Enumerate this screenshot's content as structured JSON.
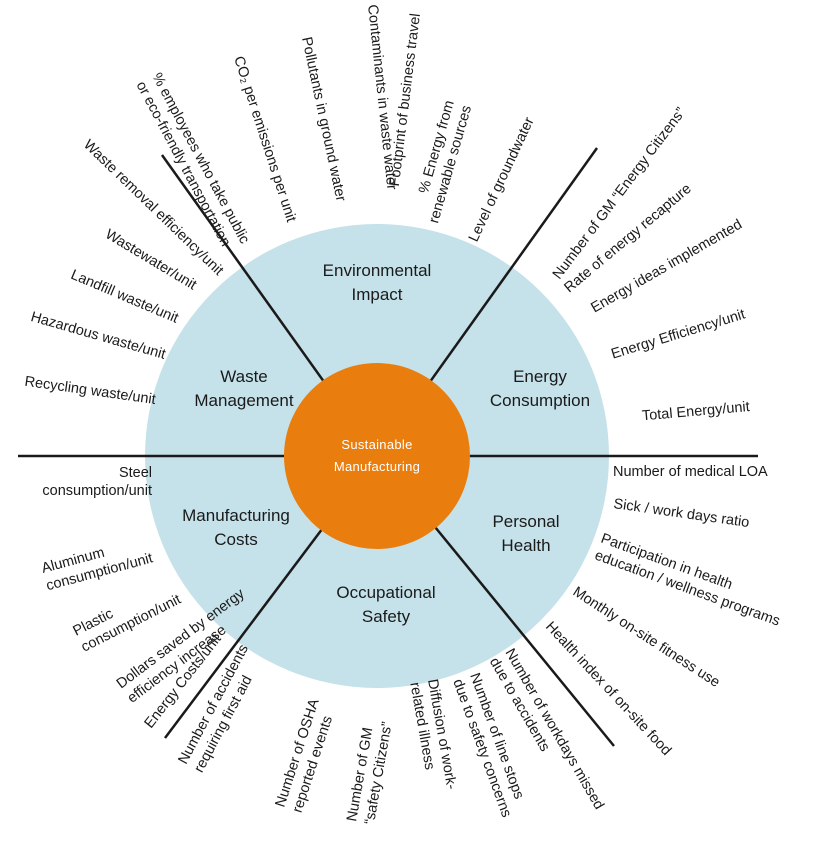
{
  "center": {
    "line1": "Sustainable",
    "line2": "Manufacturing"
  },
  "colors": {
    "ring": "#c5e2ea",
    "center": "#e97e0f",
    "lines": "#1a1a1a",
    "text": "#1a1a1a"
  },
  "sectors": [
    {
      "id": "environmental",
      "lines": [
        "Environmental",
        "Impact"
      ]
    },
    {
      "id": "energy",
      "lines": [
        "Energy",
        "Consumption"
      ]
    },
    {
      "id": "health",
      "lines": [
        "Personal",
        "Health"
      ]
    },
    {
      "id": "safety",
      "lines": [
        "Occupational",
        "Safety"
      ]
    },
    {
      "id": "costs",
      "lines": [
        "Manufacturing",
        "Costs"
      ]
    },
    {
      "id": "waste",
      "lines": [
        "Waste",
        "Management"
      ]
    }
  ],
  "metrics": {
    "environmental": [
      {
        "lines": [
          "% employees who take public",
          "or eco-friendly transportation"
        ]
      },
      {
        "lines": [
          "CO₂ per emissions per unit"
        ]
      },
      {
        "lines": [
          "Pollutants in ground water"
        ]
      },
      {
        "lines": [
          "Contaminants in waste water"
        ]
      },
      {
        "lines": [
          "Footprint of business travel"
        ]
      },
      {
        "lines": [
          "% Energy from",
          "renewable sources"
        ]
      },
      {
        "lines": [
          "Level of groundwater"
        ]
      }
    ],
    "energy": [
      {
        "lines": [
          "Number of GM “Energy Citizens”"
        ]
      },
      {
        "lines": [
          "Rate of energy recapture"
        ]
      },
      {
        "lines": [
          "Energy ideas implemented"
        ]
      },
      {
        "lines": [
          "Energy Efficiency/unit"
        ]
      },
      {
        "lines": [
          "Total Energy/unit"
        ]
      }
    ],
    "health": [
      {
        "lines": [
          "Number of medical LOA"
        ]
      },
      {
        "lines": [
          "Sick / work days ratio"
        ]
      },
      {
        "lines": [
          "Participation in health",
          "education / wellness programs"
        ]
      },
      {
        "lines": [
          "Monthly on-site fitness use"
        ]
      },
      {
        "lines": [
          "Health index of on-site food"
        ]
      }
    ],
    "safety": [
      {
        "lines": [
          "Number of workdays missed",
          "due to accidents"
        ]
      },
      {
        "lines": [
          "Number of line stops",
          "due to safety concerns"
        ]
      },
      {
        "lines": [
          "Diffusion of work-",
          "related illness"
        ]
      },
      {
        "lines": [
          "Number of GM",
          "“safety Citizens”"
        ]
      },
      {
        "lines": [
          "Number of OSHA",
          "reported events"
        ]
      },
      {
        "lines": [
          "Number of accidents",
          "requiring first aid"
        ]
      }
    ],
    "costs": [
      {
        "lines": [
          "Energy Costs/unit"
        ]
      },
      {
        "lines": [
          "Dollars saved by energy",
          "efficiency increase"
        ]
      },
      {
        "lines": [
          "Plastic",
          "consumption/unit"
        ]
      },
      {
        "lines": [
          "Aluminum",
          "consumption/unit"
        ]
      },
      {
        "lines": [
          "Steel",
          "consumption/unit"
        ]
      }
    ],
    "waste": [
      {
        "lines": [
          "Recycling waste/unit"
        ]
      },
      {
        "lines": [
          "Hazardous waste/unit"
        ]
      },
      {
        "lines": [
          "Landfill waste/unit"
        ]
      },
      {
        "lines": [
          "Wastewater/unit"
        ]
      },
      {
        "lines": [
          "Waste removal efficiency/unit"
        ]
      }
    ]
  }
}
